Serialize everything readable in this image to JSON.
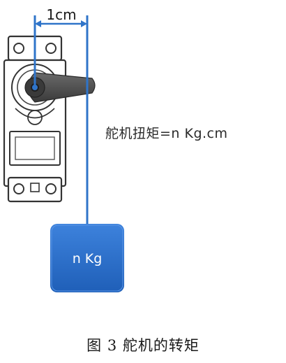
{
  "diagram": {
    "distance_label": "1cm",
    "torque_label": "舵机扭矩=n Kg.cm",
    "weight_label": "n Kg",
    "caption": "图 3 舵机的转矩",
    "colors": {
      "measure_line": "#2f74c9",
      "weight_fill": "#2b6fcf",
      "weight_text": "#ffffff",
      "servo_outline": "#333333",
      "horn_fill": "#4a4a4a"
    }
  }
}
